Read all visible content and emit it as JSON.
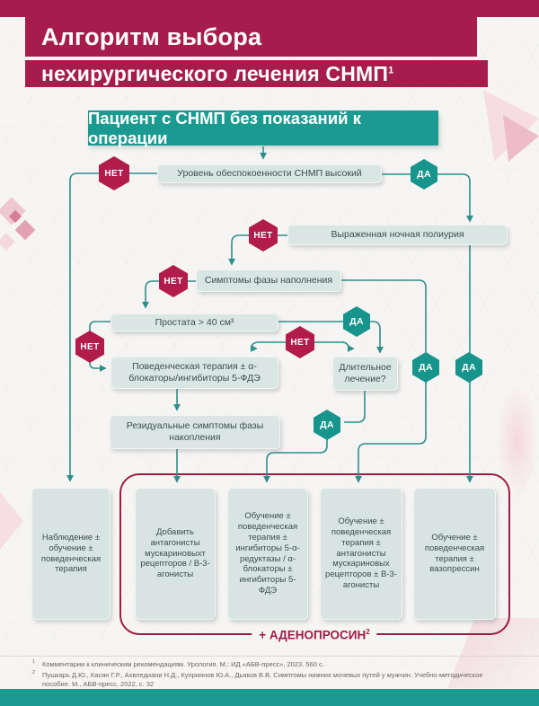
{
  "header": {
    "line1": "Алгоритм выбора",
    "line2": "нехирургического лечения СНМП",
    "line2_sup": "1"
  },
  "start_banner": "Пациент с СНМП без показаний к операции",
  "labels": {
    "yes": "ДА",
    "no": "НЕТ"
  },
  "nodes": {
    "anxiety": "Уровень обеспокоенности СНМП высокий",
    "polyuria": "Выраженная ночная полиурия",
    "storage": "Симптомы фазы наполнения",
    "prostate": "Простата > 40 см³",
    "longterm": "Длительное лечение?",
    "behavior": "Поведенческая терапия ± α-блокаторы/ингибиторы 5-ФДЭ",
    "residual": "Резидуальные симптомы фазы накопления"
  },
  "outcomes": {
    "observe": "Наблюдение ± обучение ± поведенческая терапия",
    "add_antagonists": "Добавить антагонисты мускариновыхт рецепторов / В-3-агонисты",
    "educ_5ari": "Обучение ± поведенческая терапия ± ингибиторы 5-α-редуктазы / α-блокаторы ± ингибиторы 5-ФДЭ",
    "educ_antagonists": "Обучение ± поведенческая терапия ± антагонисты мускариновых рецепторов ± В-3-агонисты",
    "educ_vasopressin": "Обучение ± поведенческая терапия ± вазопрессин"
  },
  "adenoprosin": {
    "label": "+ АДЕНОПРОСИН",
    "sup": "2"
  },
  "footnotes": [
    {
      "marker": "1",
      "text": "Комментарии к клиническим рекомендациям. Урология. М.: ИД «АБВ-пресс», 2023. 560 с."
    },
    {
      "marker": "2",
      "text": "Пушкарь Д.Ю., Касян Г.Р., Ахвледиани Н.Д., Куприянов Ю.А., Дьяков В.В. Симптомы нижних мочевых путей у мужчин. Учебно-методическое пособие. М., АБВ-пресс, 2022, с. 32"
    }
  ],
  "colors": {
    "maroon": "#a61d4d",
    "teal": "#1b9a91",
    "connector": "#2e8e88",
    "no_hex": "#b21c4d",
    "yes_hex": "#17948c",
    "node_fill": "#dae6e3"
  }
}
